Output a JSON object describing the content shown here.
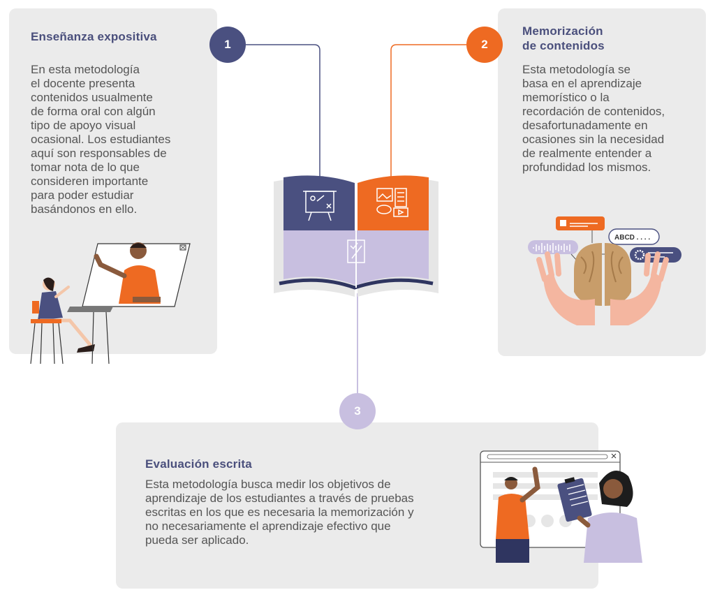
{
  "colors": {
    "navy": "#4a5080",
    "orange": "#ee6a22",
    "lavender": "#c8bfe0",
    "card_bg": "#ebebeb",
    "text": "#555555",
    "title": "#4a4f7c"
  },
  "items": [
    {
      "number": "1",
      "title": "Enseñanza expositiva",
      "body": "En esta metodología\nel docente presenta\ncontenidos usualmente\nde forma oral con algún\ntipo de apoyo visual\nocasional. Los estudiantes\naquí son responsables de\ntomar nota de lo que\nconsideren importante\npara poder estudiar\nbasándonos en ello."
    },
    {
      "number": "2",
      "title": "Memorización\nde contenidos",
      "body": "Esta metodología se\nbasa en el aprendizaje\nmemorístico o la\nrecordación de contenidos,\ndesafortunadamente en\nocasiones sin la necesidad\nde realmente entender a\nprofundidad los mismos."
    },
    {
      "number": "3",
      "title": "Evaluación escrita",
      "body": "Esta metodología busca medir los objetivos de\naprendizaje de los estudiantes a través de pruebas\nescritas en los que es necesaria la memorización y\nno necesariamente el aprendizaje efectivo que\npueda ser aplicado."
    }
  ],
  "illustrations": {
    "brain_label": "ABCD . . . .",
    "book_icons": [
      "presentation-board-icon",
      "media-content-icon",
      "written-test-icon"
    ]
  }
}
